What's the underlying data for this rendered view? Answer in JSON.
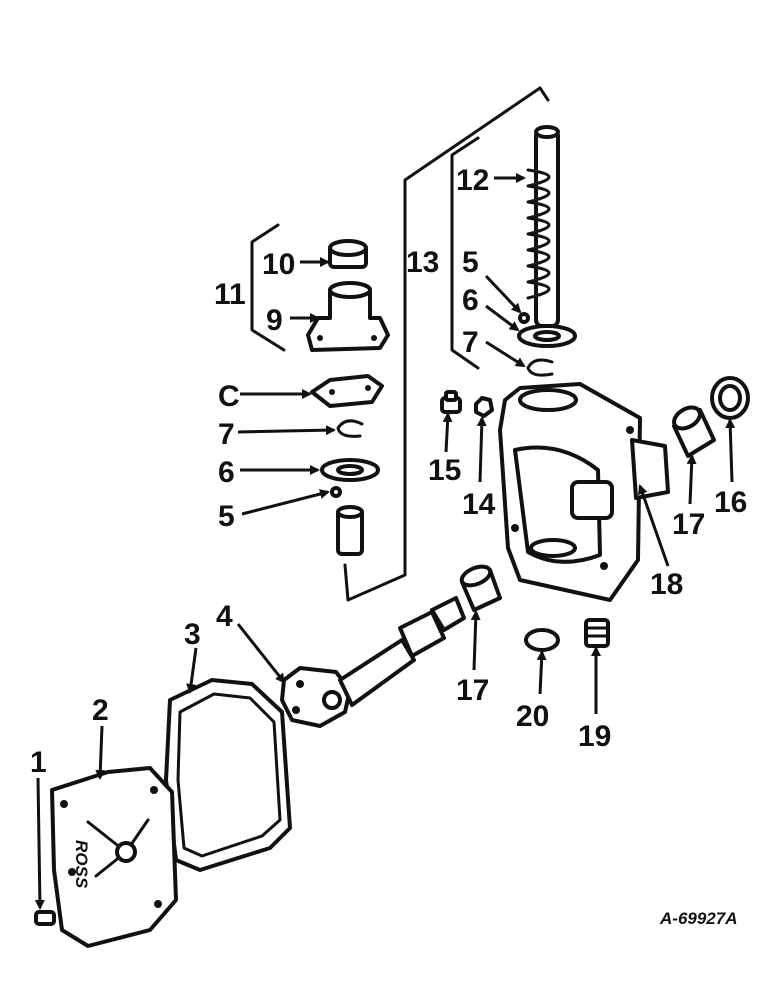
{
  "callouts": {
    "c1": "1",
    "c2": "2",
    "c3": "3",
    "c4": "4",
    "c5a": "5",
    "c5b": "5",
    "c6a": "6",
    "c6b": "6",
    "c7a": "7",
    "c7b": "7",
    "c8": "C",
    "c9": "9",
    "c10": "10",
    "c11": "11",
    "c12": "12",
    "c13": "13",
    "c14": "14",
    "c15": "15",
    "c16": "16",
    "c17a": "17",
    "c17b": "17",
    "c18": "18",
    "c19": "19",
    "c20": "20"
  },
  "cover_stamp": "ROSS",
  "reference": "A-69927A"
}
